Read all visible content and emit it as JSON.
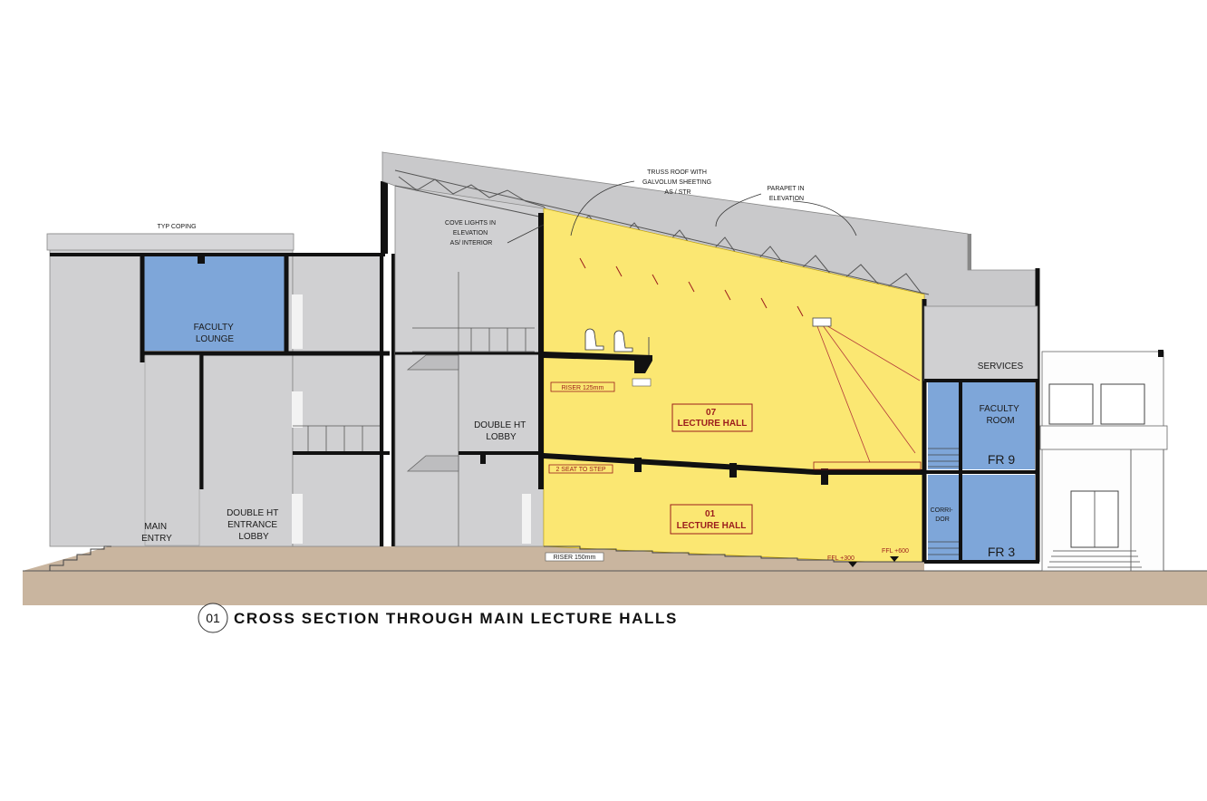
{
  "title": {
    "number": "01",
    "text": "CROSS SECTION THROUGH MAIN LECTURE HALLS"
  },
  "labels": {
    "typ_coping": "TYP COPING",
    "faculty_lounge": [
      "FACULTY",
      "LOUNGE"
    ],
    "cove_lights": [
      "COVE LIGHTS IN",
      "ELEVATION",
      "AS/ INTERIOR"
    ],
    "truss_roof": [
      "TRUSS ROOF WITH",
      "GALVOLUM SHEETING",
      "AS / STR"
    ],
    "parapet": [
      "PARAPET IN",
      "ELEVATION"
    ],
    "double_ht_lobby": [
      "DOUBLE HT",
      "LOBBY"
    ],
    "main_entry": [
      "MAIN",
      "ENTRY"
    ],
    "double_ht_entrance_lobby": [
      "DOUBLE HT",
      "ENTRANCE",
      "LOBBY"
    ],
    "lecture_hall_upper": [
      "07",
      "LECTURE HALL"
    ],
    "lecture_hall_lower": [
      "01",
      "LECTURE HALL"
    ],
    "services": "SERVICES",
    "faculty_room": [
      "FACULTY",
      "ROOM"
    ],
    "fr9": "FR 9",
    "fr3": "FR 3",
    "corridor": [
      "CORRI-",
      "DOR"
    ],
    "riser_upper": "RISER 125mm",
    "riser_mid": "2 SEAT TO STEP",
    "riser_lower": "RISER 150mm",
    "ffl_300": "FFL +300",
    "ffl_600": "FFL +600"
  },
  "colors": {
    "wall": "#d0d0d2",
    "roof": "#c9c9cb",
    "hall": "#fbe772",
    "room_blue": "#7ea6d9",
    "ground": "#c9b59f",
    "structure": "#111111",
    "annotation_red": "#9b1c1c"
  }
}
